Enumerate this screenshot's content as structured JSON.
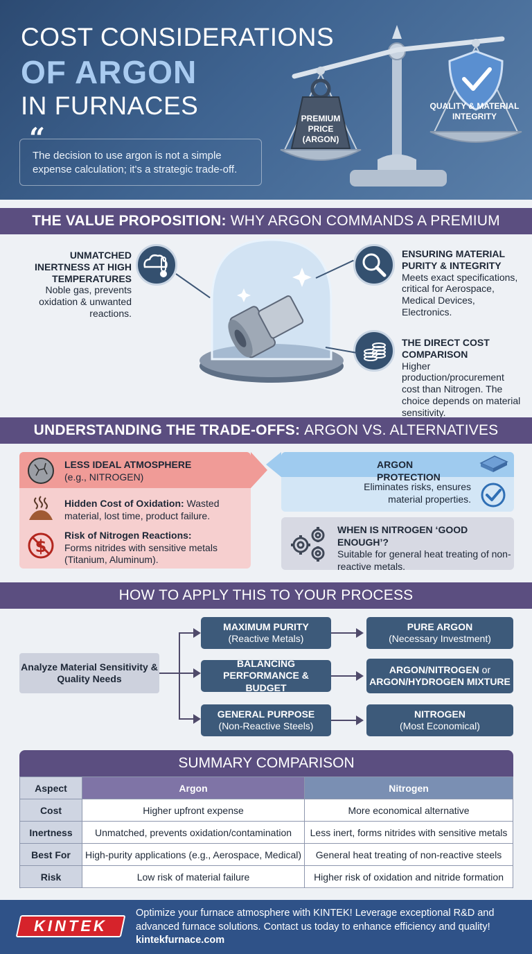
{
  "hero": {
    "title_line1": "COST CONSIDERATIONS",
    "title_line2": "OF ARGON",
    "title_line3": "IN FURNACES",
    "quote": "The decision to use argon is not a simple expense calculation; it's a strategic trade-off.",
    "scale_left_label": "PREMIUM PRICE (ARGON)",
    "scale_right_label": "QUALITY & MATERIAL INTEGRITY"
  },
  "value": {
    "banner_bold": "THE VALUE PROPOSITION:",
    "banner_rest": "WHY ARGON COMMANDS A PREMIUM",
    "inertness": {
      "heading": "UNMATCHED INERTNESS AT HIGH TEMPERATURES",
      "body": "Noble gas, prevents oxidation & unwanted reactions."
    },
    "purity": {
      "heading": "ENSURING MATERIAL PURITY & INTEGRITY",
      "body": "Meets exact specifications, critical for Aerospace, Medical Devices, Electronics."
    },
    "cost": {
      "heading": "THE DIRECT COST COMPARISON",
      "body": "Higher production/procurement cost than Nitrogen. The choice depends on material sensitivity."
    }
  },
  "tradeoffs": {
    "banner_bold": "UNDERSTANDING THE TRADE-OFFS:",
    "banner_rest": "ARGON VS. ALTERNATIVES",
    "less_ideal_heading": "LESS IDEAL ATMOSPHERE",
    "less_ideal_sub": "(e.g., NITROGEN)",
    "hidden_cost_bold": "Hidden Cost of Oxidation:",
    "hidden_cost_text": "Wasted material, lost time, product failure.",
    "risk_bold": "Risk of Nitrogen Reactions:",
    "risk_text": "Forms nitrides with sensitive metals (Titanium, Aluminum).",
    "argon_protection_heading": "ARGON PROTECTION",
    "argon_protection_text": "Eliminates risks, ensures material properties.",
    "nitrogen_heading": "WHEN IS NITROGEN ‘GOOD ENOUGH’?",
    "nitrogen_text": "Suitable for general heat treating of non-reactive metals."
  },
  "process": {
    "banner": "HOW TO APPLY THIS TO YOUR PROCESS",
    "analyze": "Analyze Material Sensitivity & Quality Needs",
    "rows": [
      {
        "left_bold": "MAXIMUM PURITY",
        "left_sub": "(Reactive Metals)",
        "right_bold": "PURE ARGON",
        "right_sub": "(Necessary Investment)"
      },
      {
        "left_bold": "BALANCING PERFORMANCE & BUDGET",
        "left_sub": "",
        "right_bold": "ARGON/NITROGEN",
        "right_or": "or",
        "right_bold2": "ARGON/HYDROGEN MIXTURE"
      },
      {
        "left_bold": "GENERAL PURPOSE",
        "left_sub": "(Non-Reactive Steels)",
        "right_bold": "NITROGEN",
        "right_sub": "(Most Economical)"
      }
    ]
  },
  "summary": {
    "title": "SUMMARY COMPARISON",
    "headers": [
      "Aspect",
      "Argon",
      "Nitrogen"
    ],
    "rows": [
      [
        "Cost",
        "Higher upfront expense",
        "More economical alternative"
      ],
      [
        "Inertness",
        "Unmatched, prevents oxidation/contamination",
        "Less inert, forms nitrides with sensitive metals"
      ],
      [
        "Best For",
        "High-purity applications (e.g., Aerospace, Medical)",
        "General heat treating of non-reactive steels"
      ],
      [
        "Risk",
        "Low risk of material failure",
        "Higher risk of oxidation and nitride formation"
      ]
    ]
  },
  "footer": {
    "logo": "KINTEK",
    "text": "Optimize your furnace atmosphere with KINTEK! Leverage exceptional R&D and advanced furnace solutions. Contact us today to enhance efficiency and quality!",
    "url": "kintekfurnace.com"
  },
  "colors": {
    "banner": "#5b4e80",
    "hero": "#3f6491",
    "accent_blue": "#a9cbf0",
    "red_panel": "#f09b97",
    "blue_panel": "#9fcbef",
    "kintek_red": "#d6232b"
  },
  "icons": [
    "scale-icon",
    "shield-check-icon",
    "cloud-thermometer-icon",
    "magnifier-icon",
    "coin-stack-icon",
    "cracked-sphere-icon",
    "heat-pile-icon",
    "no-dollar-icon",
    "tile-icon",
    "checkmark-icon",
    "gears-icon",
    "glass-dome-icon"
  ]
}
